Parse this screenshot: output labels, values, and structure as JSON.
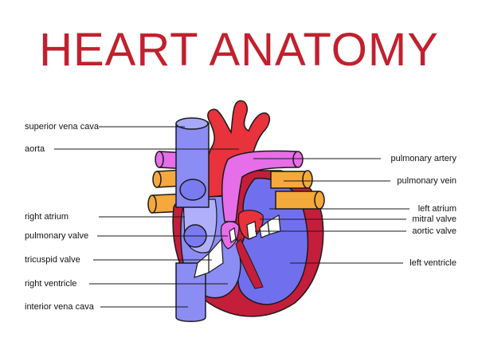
{
  "title": "HEART ANATOMY",
  "colors": {
    "title": "#c2202e",
    "oxygenated": "#e8323c",
    "deoxygenated": "#8b8cf4",
    "pulmonary_artery": "#e66ee8",
    "pulmonary_vein": "#f5a83c",
    "wall": "#c41e3a",
    "valve": "#ffffff"
  },
  "labels": {
    "left": [
      "superior vena cava",
      "aorta",
      "right atrium",
      "pulmonary valve",
      "tricuspid valve",
      "right ventricle",
      "interior vena cava"
    ],
    "right": [
      "pulmonary artery",
      "pulmonary vein",
      "left atrium",
      "mitral valve",
      "aortic valve",
      "left ventricle"
    ]
  }
}
